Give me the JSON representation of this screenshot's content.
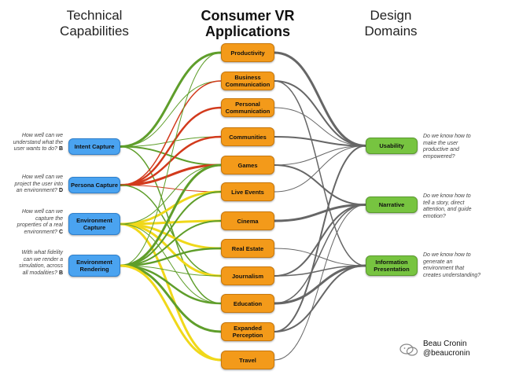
{
  "headers": {
    "left": [
      "Technical",
      "Capabilities"
    ],
    "center": [
      "Consumer VR",
      "Applications"
    ],
    "right": [
      "Design",
      "Domains"
    ]
  },
  "technical_nodes": [
    {
      "id": "intent",
      "label": "Intent Capture"
    },
    {
      "id": "persona",
      "label": "Persona Capture"
    },
    {
      "id": "envcap",
      "label": "Environment\nCapture"
    },
    {
      "id": "envren",
      "label": "Environment\nRendering"
    }
  ],
  "app_nodes": [
    {
      "id": "productivity",
      "label": "Productivity"
    },
    {
      "id": "business",
      "label": "Business\nCommunication"
    },
    {
      "id": "personal",
      "label": "Personal\nCommunication"
    },
    {
      "id": "communities",
      "label": "Communities"
    },
    {
      "id": "games",
      "label": "Games"
    },
    {
      "id": "live",
      "label": "Live Events"
    },
    {
      "id": "cinema",
      "label": "Cinema"
    },
    {
      "id": "realestate",
      "label": "Real Estate"
    },
    {
      "id": "journalism",
      "label": "Journalism"
    },
    {
      "id": "education",
      "label": "Education"
    },
    {
      "id": "expanded",
      "label": "Expanded\nPerception"
    },
    {
      "id": "travel",
      "label": "Travel"
    }
  ],
  "domain_nodes": [
    {
      "id": "usability",
      "label": "Usability"
    },
    {
      "id": "narrative",
      "label": "Narrative"
    },
    {
      "id": "info",
      "label": "Information\nPresentation"
    }
  ],
  "left_questions": [
    {
      "lines": [
        "How well can we",
        "understand what the",
        "user wants to do?"
      ],
      "tag": "B"
    },
    {
      "lines": [
        "How well can we",
        "project the user into",
        "an environment?"
      ],
      "tag": "D"
    },
    {
      "lines": [
        "How well can we",
        "capture the",
        "properties of a real",
        "environment?"
      ],
      "tag": "C"
    },
    {
      "lines": [
        "With what fidelity",
        "can we render a",
        "simulation, across",
        "all modalities?"
      ],
      "tag": "B"
    }
  ],
  "right_questions": [
    {
      "lines": [
        "Do we know how to",
        "make the user",
        "productive and",
        "empowered?"
      ]
    },
    {
      "lines": [
        "Do we know how to",
        "tell a story, direct",
        "attention, and guide",
        "emotion?"
      ]
    },
    {
      "lines": [
        "Do we know how to",
        "generate an",
        "environment that",
        "creates understanding?"
      ]
    }
  ],
  "credit": [
    "Beau Cronin",
    "@beaucronin"
  ],
  "colors": {
    "tech": "#4aa3f0",
    "app": "#f39a1a",
    "domain": "#77c440",
    "green_link": "#5f9e2b",
    "red_link": "#d23a1c",
    "yellow_link": "#f0d81a",
    "gray_link": "#666666"
  },
  "links": [
    {
      "from": "intent",
      "to": "productivity",
      "color": "green",
      "weight": 3
    },
    {
      "from": "intent",
      "to": "business",
      "color": "green",
      "weight": 1
    },
    {
      "from": "intent",
      "to": "communities",
      "color": "green",
      "weight": 1
    },
    {
      "from": "intent",
      "to": "games",
      "color": "green",
      "weight": 2
    },
    {
      "from": "intent",
      "to": "education",
      "color": "green",
      "weight": 1.5
    },
    {
      "from": "persona",
      "to": "personal",
      "color": "red",
      "weight": 2.5
    },
    {
      "from": "persona",
      "to": "communities",
      "color": "red",
      "weight": 2.5
    },
    {
      "from": "persona",
      "to": "games",
      "color": "red",
      "weight": 3
    },
    {
      "from": "persona",
      "to": "live",
      "color": "red",
      "weight": 1
    },
    {
      "from": "persona",
      "to": "business",
      "color": "red",
      "weight": 1.5
    },
    {
      "from": "persona",
      "to": "journalism",
      "color": "green",
      "weight": 1.5
    },
    {
      "from": "envcap",
      "to": "live",
      "color": "yellow",
      "weight": 3
    },
    {
      "from": "envcap",
      "to": "cinema",
      "color": "yellow",
      "weight": 3
    },
    {
      "from": "envcap",
      "to": "realestate",
      "color": "yellow",
      "weight": 3
    },
    {
      "from": "envcap",
      "to": "journalism",
      "color": "yellow",
      "weight": 3
    },
    {
      "from": "envcap",
      "to": "travel",
      "color": "yellow",
      "weight": 3
    },
    {
      "from": "envcap",
      "to": "games",
      "color": "green",
      "weight": 1
    },
    {
      "from": "envcap",
      "to": "education",
      "color": "green",
      "weight": 1
    },
    {
      "from": "envren",
      "to": "productivity",
      "color": "green",
      "weight": 1
    },
    {
      "from": "envren",
      "to": "games",
      "color": "green",
      "weight": 3
    },
    {
      "from": "envren",
      "to": "live",
      "color": "green",
      "weight": 2
    },
    {
      "from": "envren",
      "to": "cinema",
      "color": "green",
      "weight": 2
    },
    {
      "from": "envren",
      "to": "realestate",
      "color": "green",
      "weight": 2.5
    },
    {
      "from": "envren",
      "to": "journalism",
      "color": "green",
      "weight": 1
    },
    {
      "from": "envren",
      "to": "education",
      "color": "green",
      "weight": 2.5
    },
    {
      "from": "envren",
      "to": "expanded",
      "color": "green",
      "weight": 3
    },
    {
      "from": "envren",
      "to": "travel",
      "color": "yellow",
      "weight": 3
    },
    {
      "from": "productivity",
      "to": "usability",
      "color": "gray",
      "weight": 3
    },
    {
      "from": "business",
      "to": "usability",
      "color": "gray",
      "weight": 2
    },
    {
      "from": "business",
      "to": "info",
      "color": "gray",
      "weight": 1.5
    },
    {
      "from": "personal",
      "to": "usability",
      "color": "gray",
      "weight": 1
    },
    {
      "from": "communities",
      "to": "usability",
      "color": "gray",
      "weight": 2
    },
    {
      "from": "games",
      "to": "usability",
      "color": "gray",
      "weight": 1
    },
    {
      "from": "games",
      "to": "narrative",
      "color": "gray",
      "weight": 2
    },
    {
      "from": "live",
      "to": "usability",
      "color": "gray",
      "weight": 1
    },
    {
      "from": "cinema",
      "to": "narrative",
      "color": "gray",
      "weight": 3
    },
    {
      "from": "realestate",
      "to": "info",
      "color": "gray",
      "weight": 1
    },
    {
      "from": "journalism",
      "to": "narrative",
      "color": "gray",
      "weight": 2
    },
    {
      "from": "journalism",
      "to": "info",
      "color": "gray",
      "weight": 1.5
    },
    {
      "from": "education",
      "to": "narrative",
      "color": "gray",
      "weight": 1.5
    },
    {
      "from": "education",
      "to": "info",
      "color": "gray",
      "weight": 3
    },
    {
      "from": "expanded",
      "to": "usability",
      "color": "gray",
      "weight": 2
    },
    {
      "from": "expanded",
      "to": "info",
      "color": "gray",
      "weight": 2
    },
    {
      "from": "travel",
      "to": "narrative",
      "color": "gray",
      "weight": 1
    }
  ]
}
